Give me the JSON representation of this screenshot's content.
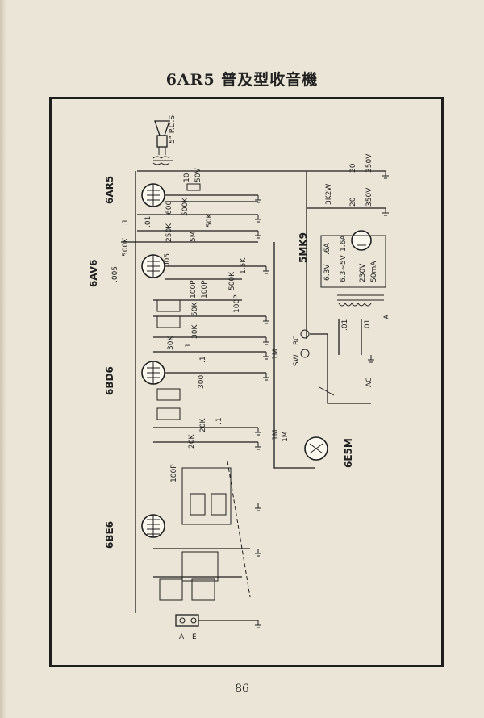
{
  "title": "6AR5 普及型收音機",
  "page_number": "86",
  "tubes": {
    "output": "6AR5",
    "detector_amp": "6AV6",
    "if_amp": "6BD6",
    "converter": "6BE6",
    "rectifier": "5MK9",
    "tuning_eye": "6E5M"
  },
  "speaker_label": "5\" P.D.S",
  "components": {
    "c_10": "10",
    "c_50v": "50V",
    "r_600": "600",
    "r_500k_a": "500K",
    "c_01_a": ".01",
    "r_50k_a": "50K",
    "c_1_a": ".1",
    "r_250k": "250K",
    "r_5m": "5M",
    "r_500k_vol": "500K",
    "c_005_a": ".005",
    "c_005_b": ".005",
    "c_100p_a": "100P",
    "c_100p_b": "100P",
    "r_1_5k": "1.5K",
    "r_500k_b": "500K",
    "c_100p_c": "100P",
    "r_50k_b": "50K",
    "r_30k_a": "30K",
    "r_30k_b": "30K",
    "c_1_b": ".1",
    "c_1_c": ".1",
    "r_300": "300",
    "r_20k_a": "20K",
    "r_20k_b": "20K",
    "c_1_d": ".1",
    "r_1m_a": "1M",
    "r_1m_b": "1M",
    "c_100p_d": "100P",
    "r_3k2w": "3K2W",
    "c_20_a": "20",
    "c_350v_a": "350V",
    "c_20_b": "20",
    "c_350v_b": "350V",
    "v_6_3v": "6.3V",
    "a_6a": ".6A",
    "v_6_3_5v": "6.3~5V",
    "a_1_6a": "1.6A",
    "v_230v": "230V",
    "ma_50": "50mA",
    "c_01_b": ".01",
    "c_01_c": ".01",
    "bc": "BC",
    "sw": "SW",
    "ac": "AC",
    "ant_a": "A",
    "ant_e": "E",
    "mark_a": "A"
  },
  "colors": {
    "paper": "#ebe5d7",
    "ink": "#1f1f1f"
  }
}
